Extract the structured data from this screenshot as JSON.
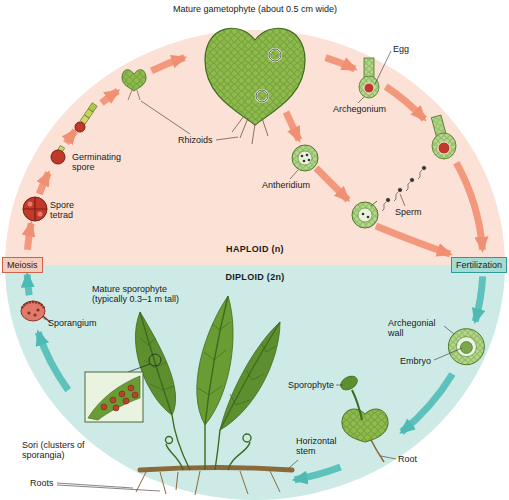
{
  "diagram": {
    "nodes": [
      {
        "text": [
          "Meiosis"
        ]
      },
      {
        "text": [
          "Fertilization"
        ]
      }
    ],
    "labels": [
      "Mature gametophyte (about 0.5 cm wide)",
      "Egg",
      "Archegonium",
      "Rhizoids",
      "Germinating spore",
      "Antheridium",
      "Sperm",
      "Spore tetrad",
      "HAPLOID (n)",
      "DIPLOID (2n)",
      "Mature sporophyte (typically 0.3–1 m tall)",
      "Archegonial wall",
      "Sporangium",
      "Embryo",
      "Sporophyte",
      "Sori (clusters of sporangia)",
      "Root",
      "Horizontal stem",
      "Roots"
    ]
  }
}
